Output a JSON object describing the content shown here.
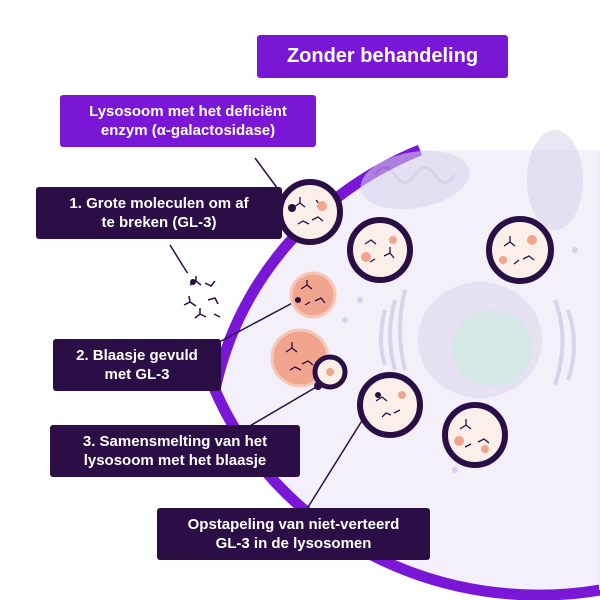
{
  "title": "Zonder behandeling",
  "labels": {
    "lysosome_enzyme": [
      "Lysosoom met het deficiënt",
      "enzym (α-galactosidase)"
    ],
    "molecules": [
      "1. Grote moleculen om af",
      "te breken (GL-3)"
    ],
    "vesicle": [
      "2. Blaasje gevuld",
      "met GL-3"
    ],
    "fusion": [
      "3. Samensmelting van het",
      "lysosoom met het blaasje"
    ],
    "accumulation": [
      "Opstapeling van niet-verteerd",
      "GL-3 in de lysosomen"
    ]
  },
  "colors": {
    "purple": "#7a17d6",
    "navy": "#2a0e45",
    "cell_fill": "#f3f0fa",
    "vesicle_fill": "#f2a58e",
    "lysosome_fill": "#fbefe9"
  }
}
